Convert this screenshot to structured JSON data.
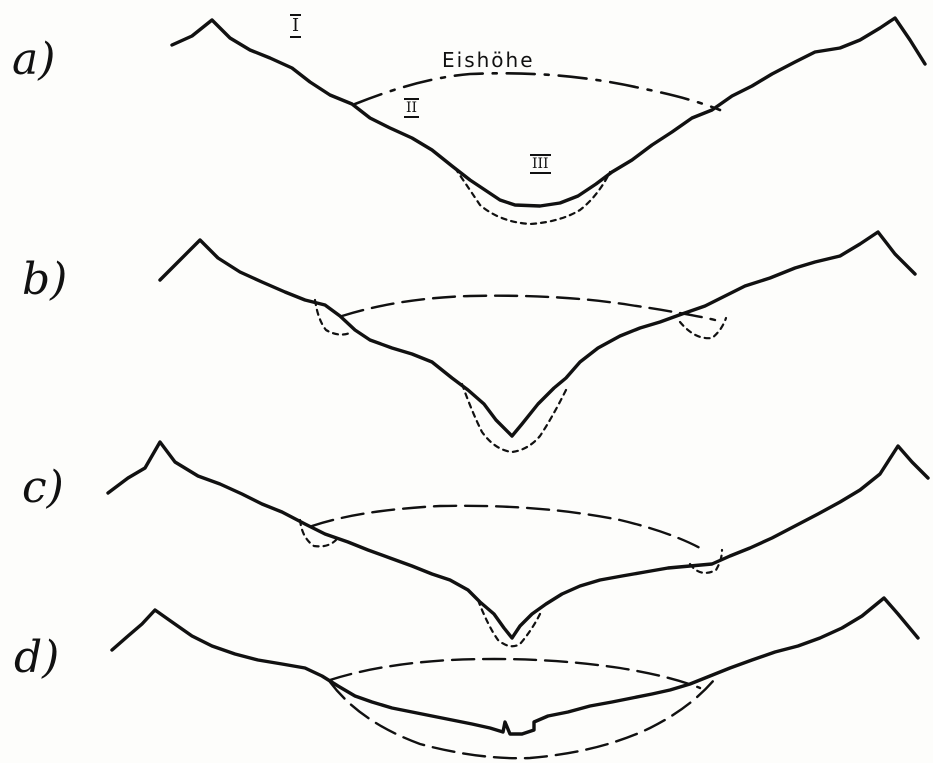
{
  "panels": [
    {
      "label": "a)"
    },
    {
      "label": "b)"
    },
    {
      "label": "c)"
    },
    {
      "label": "d)"
    }
  ],
  "annotations": {
    "ice_height": "Eishöhe",
    "level_1": "I",
    "level_2": "II",
    "level_3": "III"
  },
  "colors": {
    "ink": "#111111",
    "paper": "#fdfdfb"
  }
}
